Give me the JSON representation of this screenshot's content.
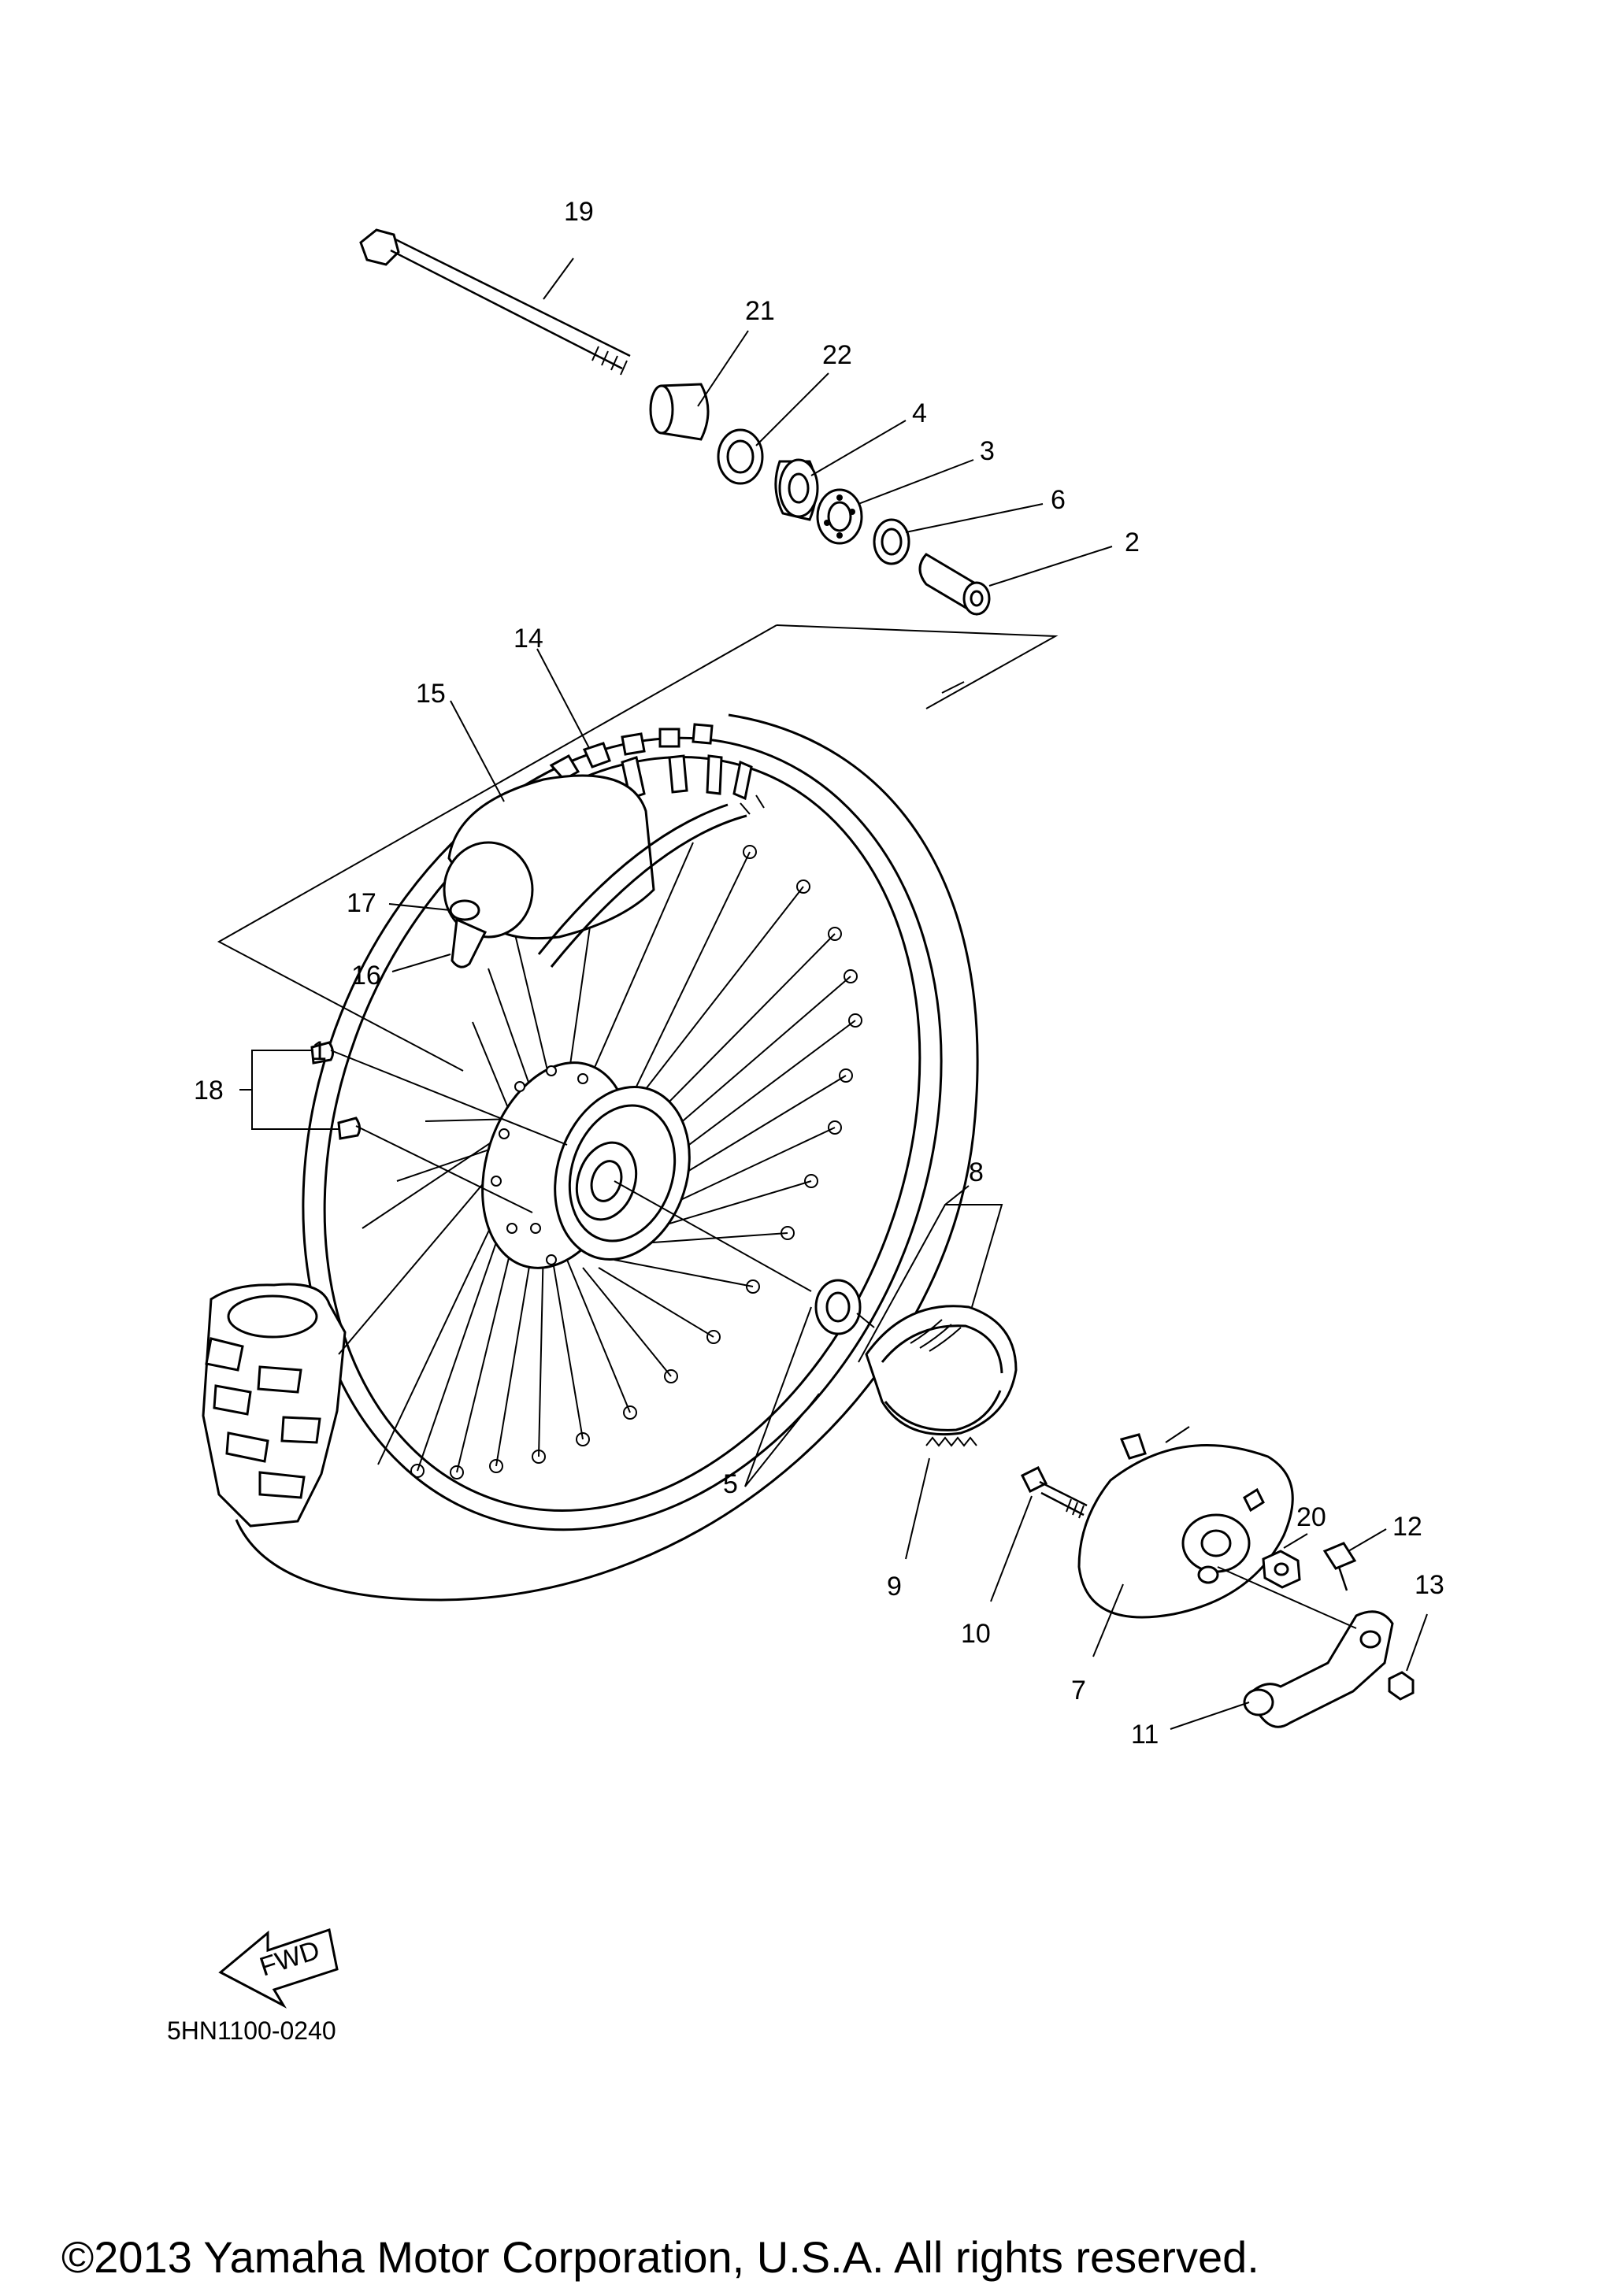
{
  "callouts": {
    "c1": "1",
    "c2": "2",
    "c3": "3",
    "c4": "4",
    "c5": "5",
    "c6": "6",
    "c7": "7",
    "c8": "8",
    "c9": "9",
    "c10": "10",
    "c11": "11",
    "c12": "12",
    "c13": "13",
    "c14": "14",
    "c15": "15",
    "c16": "16",
    "c17": "17",
    "c18": "18",
    "c19": "19",
    "c20": "20",
    "c21": "21",
    "c22": "22"
  },
  "fwd_label": "FWD",
  "diagram_code": "5HN1100-0240",
  "copyright": "©2013 Yamaha Motor Corporation, U.S.A. All rights reserved."
}
